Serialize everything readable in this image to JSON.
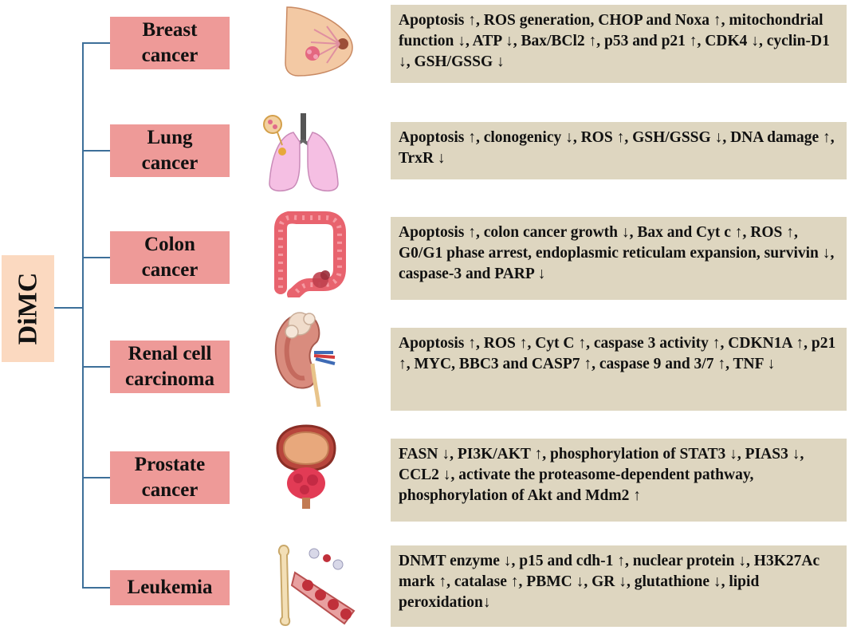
{
  "root": {
    "label": "DiMC"
  },
  "cancers": [
    {
      "id": "breast",
      "label_lines": [
        "Breast",
        "cancer"
      ],
      "icon": "breast-icon",
      "effects": "Apoptosis ↑,  ROS generation, CHOP and Noxa ↑, mitochondrial function ↓,  ATP ↓, Bax/BCl2  ↑, p53 and p21 ↑, CDK4 ↓,  cyclin-D1 ↓, GSH/GSSG ↓"
    },
    {
      "id": "lung",
      "label_lines": [
        "Lung",
        "cancer"
      ],
      "icon": "lungs-icon",
      "effects": "Apoptosis ↑, clonogenicy ↓,  ROS ↑, GSH/GSSG ↓, DNA damage ↑, TrxR ↓"
    },
    {
      "id": "colon",
      "label_lines": [
        "Colon",
        "cancer"
      ],
      "icon": "colon-icon",
      "effects": "Apoptosis ↑,  colon cancer growth ↓, Bax and Cyt c ↑, ROS ↑, G0/G1 phase arrest, endoplasmic reticulam expansion, survivin ↓,  caspase-3 and PARP ↓"
    },
    {
      "id": "renal",
      "label_lines": [
        "Renal cell",
        "carcinoma"
      ],
      "icon": "kidney-icon",
      "effects": "Apoptosis ↑, ROS ↑, Cyt C ↑, caspase 3 activity ↑, CDKN1A ↑, p21 ↑, MYC, BBC3 and CASP7 ↑, caspase 9 and 3/7 ↑, TNF ↓"
    },
    {
      "id": "prostate",
      "label_lines": [
        "Prostate",
        "cancer"
      ],
      "icon": "prostate-icon",
      "effects": "FASN ↓, PI3K/AKT ↑, phosphorylation of STAT3 ↓, PIAS3 ↓, CCL2 ↓, activate the proteasome-dependent pathway, phosphorylation of Akt and Mdm2 ↑"
    },
    {
      "id": "leukemia",
      "label_lines": [
        "Leukemia"
      ],
      "icon": "bone-blood-icon",
      "effects": "DNMT enzyme ↓, p15 and cdh-1 ↑, nuclear protein ↓, H3K27Ac mark ↑, catalase ↑, PBMC ↓, GR ↓, glutathione ↓, lipid peroxidation↓"
    }
  ],
  "colors": {
    "root_box": "#fbd9c0",
    "cancer_box": "#ee9a98",
    "effect_box": "#ded6c0",
    "connector": "#3d6f99"
  }
}
